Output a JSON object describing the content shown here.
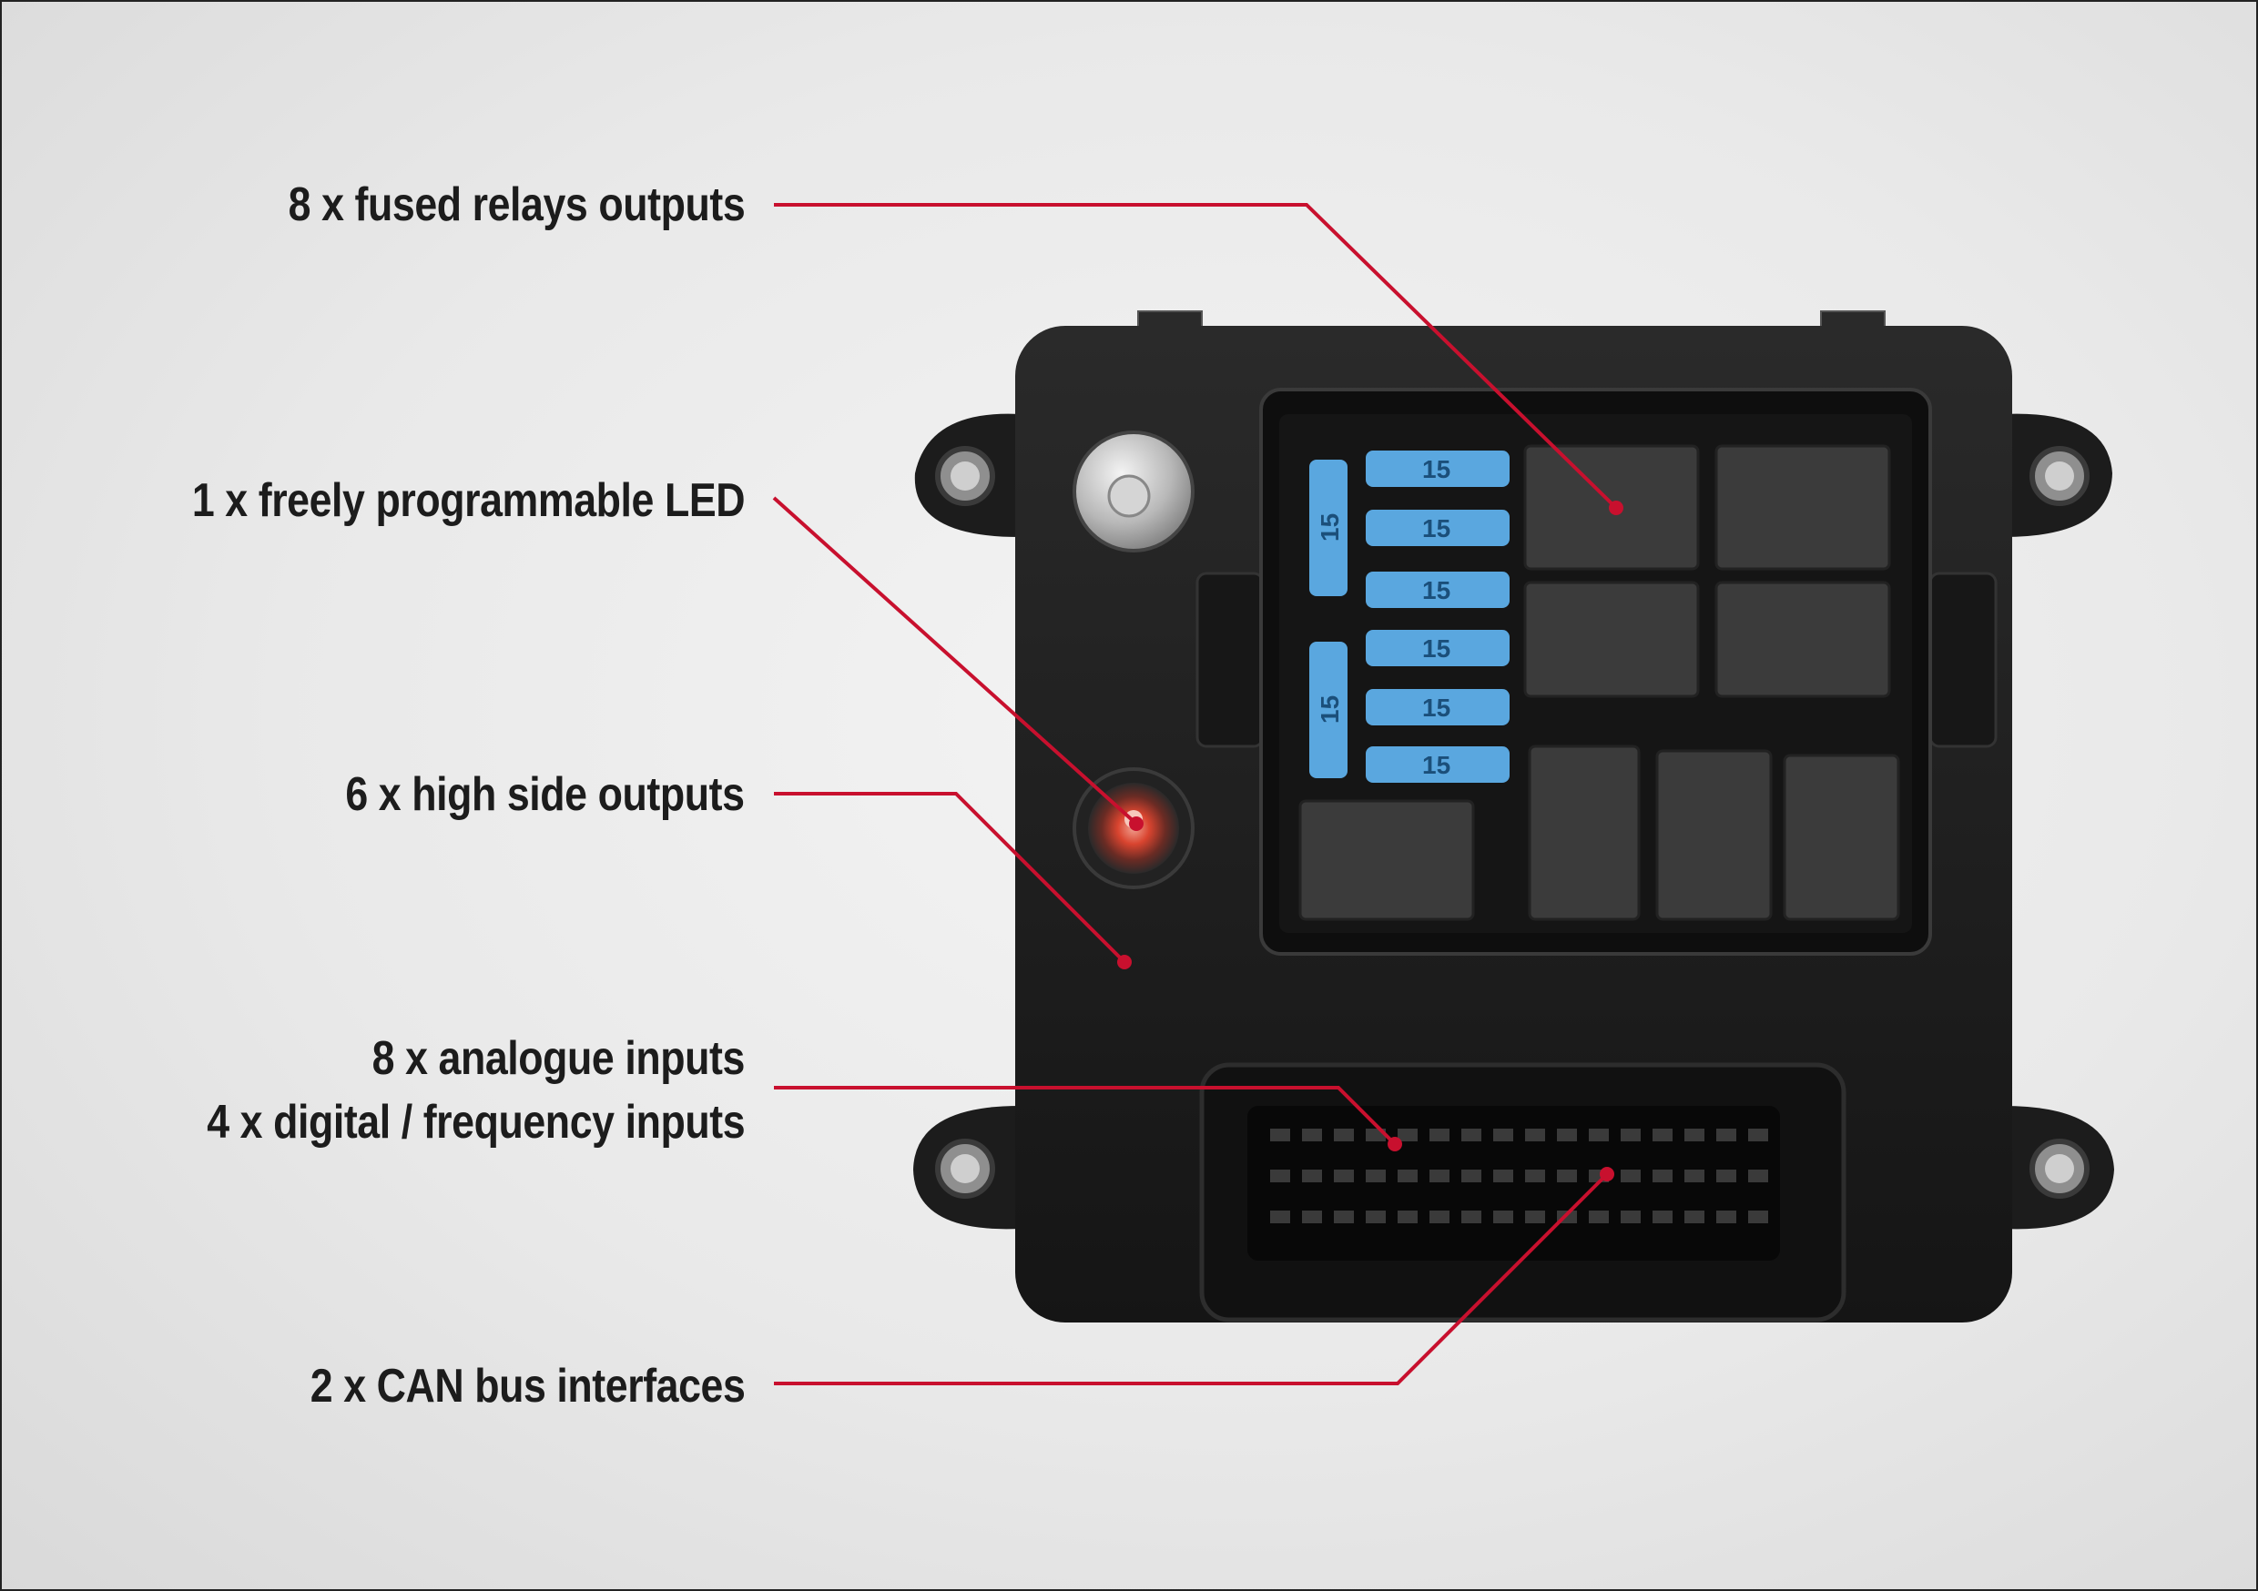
{
  "callouts": {
    "relays": "8 x fused relays outputs",
    "led": "1 x freely programmable LED",
    "high_side": "6 x high side outputs",
    "analogue": "8 x analogue inputs",
    "digital": "4 x digital / frequency inputs",
    "can": "2 x CAN bus interfaces"
  },
  "fuses": {
    "rating": "15"
  },
  "colors": {
    "accent_line": "#c8102e",
    "housing": "#1e1e1e",
    "fuse_blue": "#5aa7df"
  }
}
